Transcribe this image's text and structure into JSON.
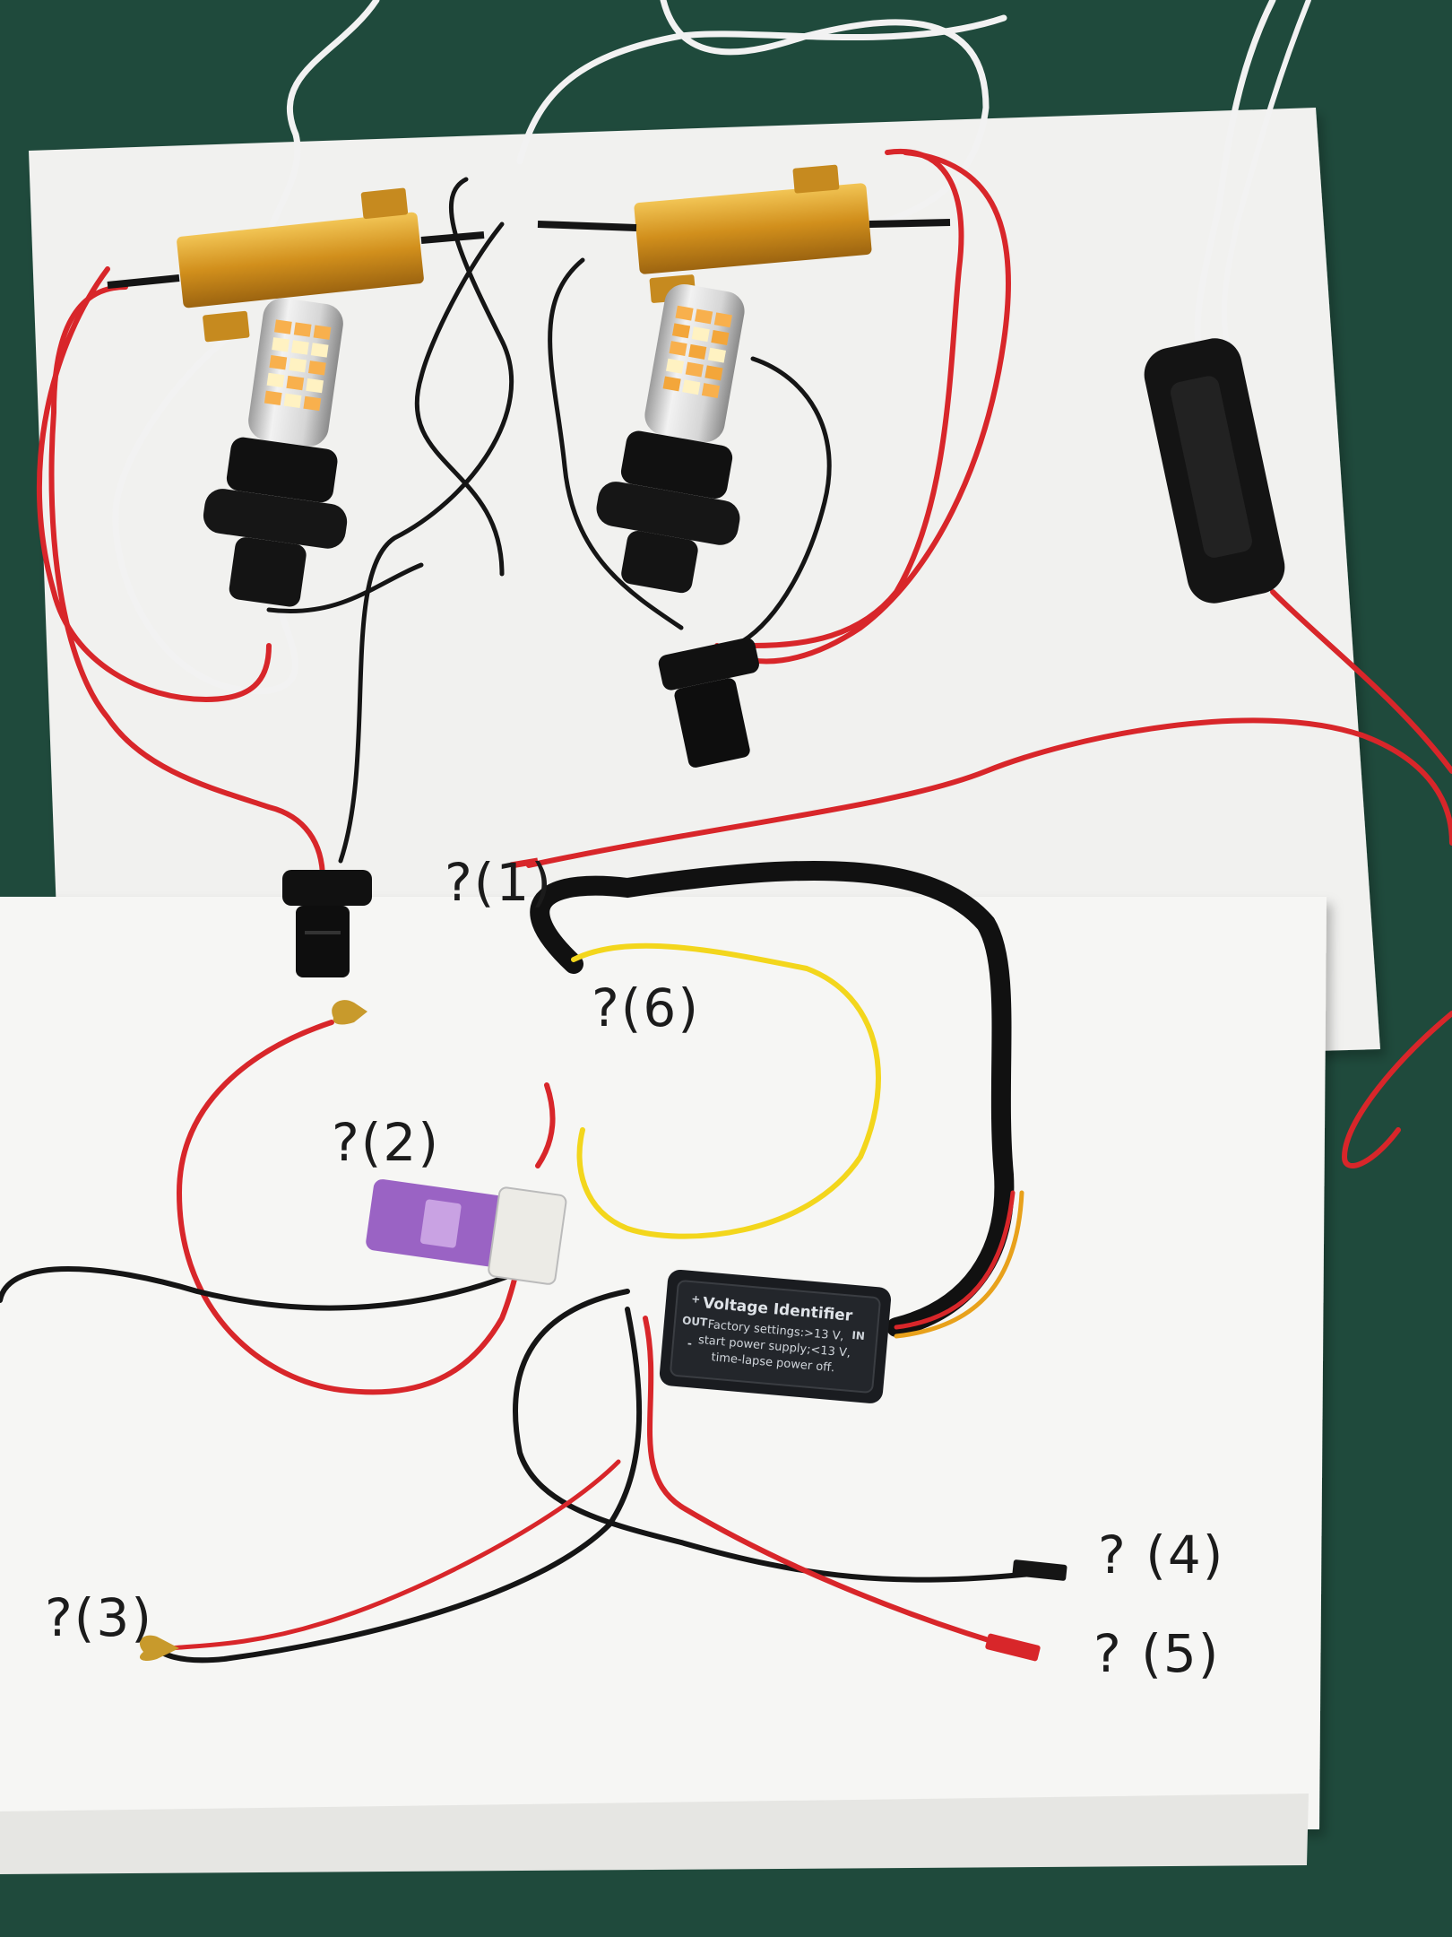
{
  "labels": {
    "q1": "?(1)",
    "q2": "?(2)",
    "q3": "?(3)",
    "q4": "? (4)",
    "q5": "? (5)",
    "q6": "?(6)"
  },
  "module": {
    "title": "Voltage Identifier",
    "line1": "Factory settings:>13 V,",
    "line2": "start power supply;<13 V,",
    "line3": "time-lapse power off.",
    "out": "OUT",
    "in": "IN",
    "plus": "+",
    "minus": "-"
  },
  "colors": {
    "background": "#1f4a3c",
    "paper": "#f5f5f3",
    "wire_red": "#d8262a",
    "wire_black": "#151515",
    "wire_white": "#f2f2f2",
    "wire_yellow": "#f3d61c",
    "resistor_gold": "#d49a24",
    "fuse_purple": "#9a63c4"
  }
}
